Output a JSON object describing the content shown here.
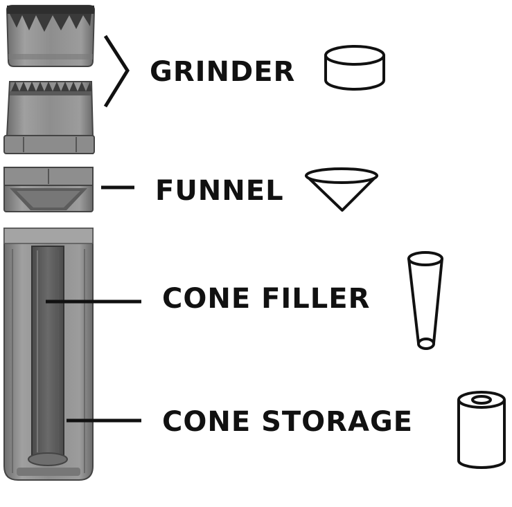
{
  "parts": [
    {
      "id": "grinder",
      "label": "GRINDER",
      "icon": "cylinder-disc-icon"
    },
    {
      "id": "funnel",
      "label": "FUNNEL",
      "icon": "funnel-cone-icon"
    },
    {
      "id": "cone_filler",
      "label": "CONE FILLER",
      "icon": "cone-tube-icon"
    },
    {
      "id": "cone_storage",
      "label": "CONE STORAGE",
      "icon": "hollow-cylinder-icon"
    }
  ],
  "colors": {
    "ink": "#111111",
    "product_body": "#8a8a8a",
    "product_dark": "#3a3a3a",
    "product_light": "#b8b8b8"
  }
}
